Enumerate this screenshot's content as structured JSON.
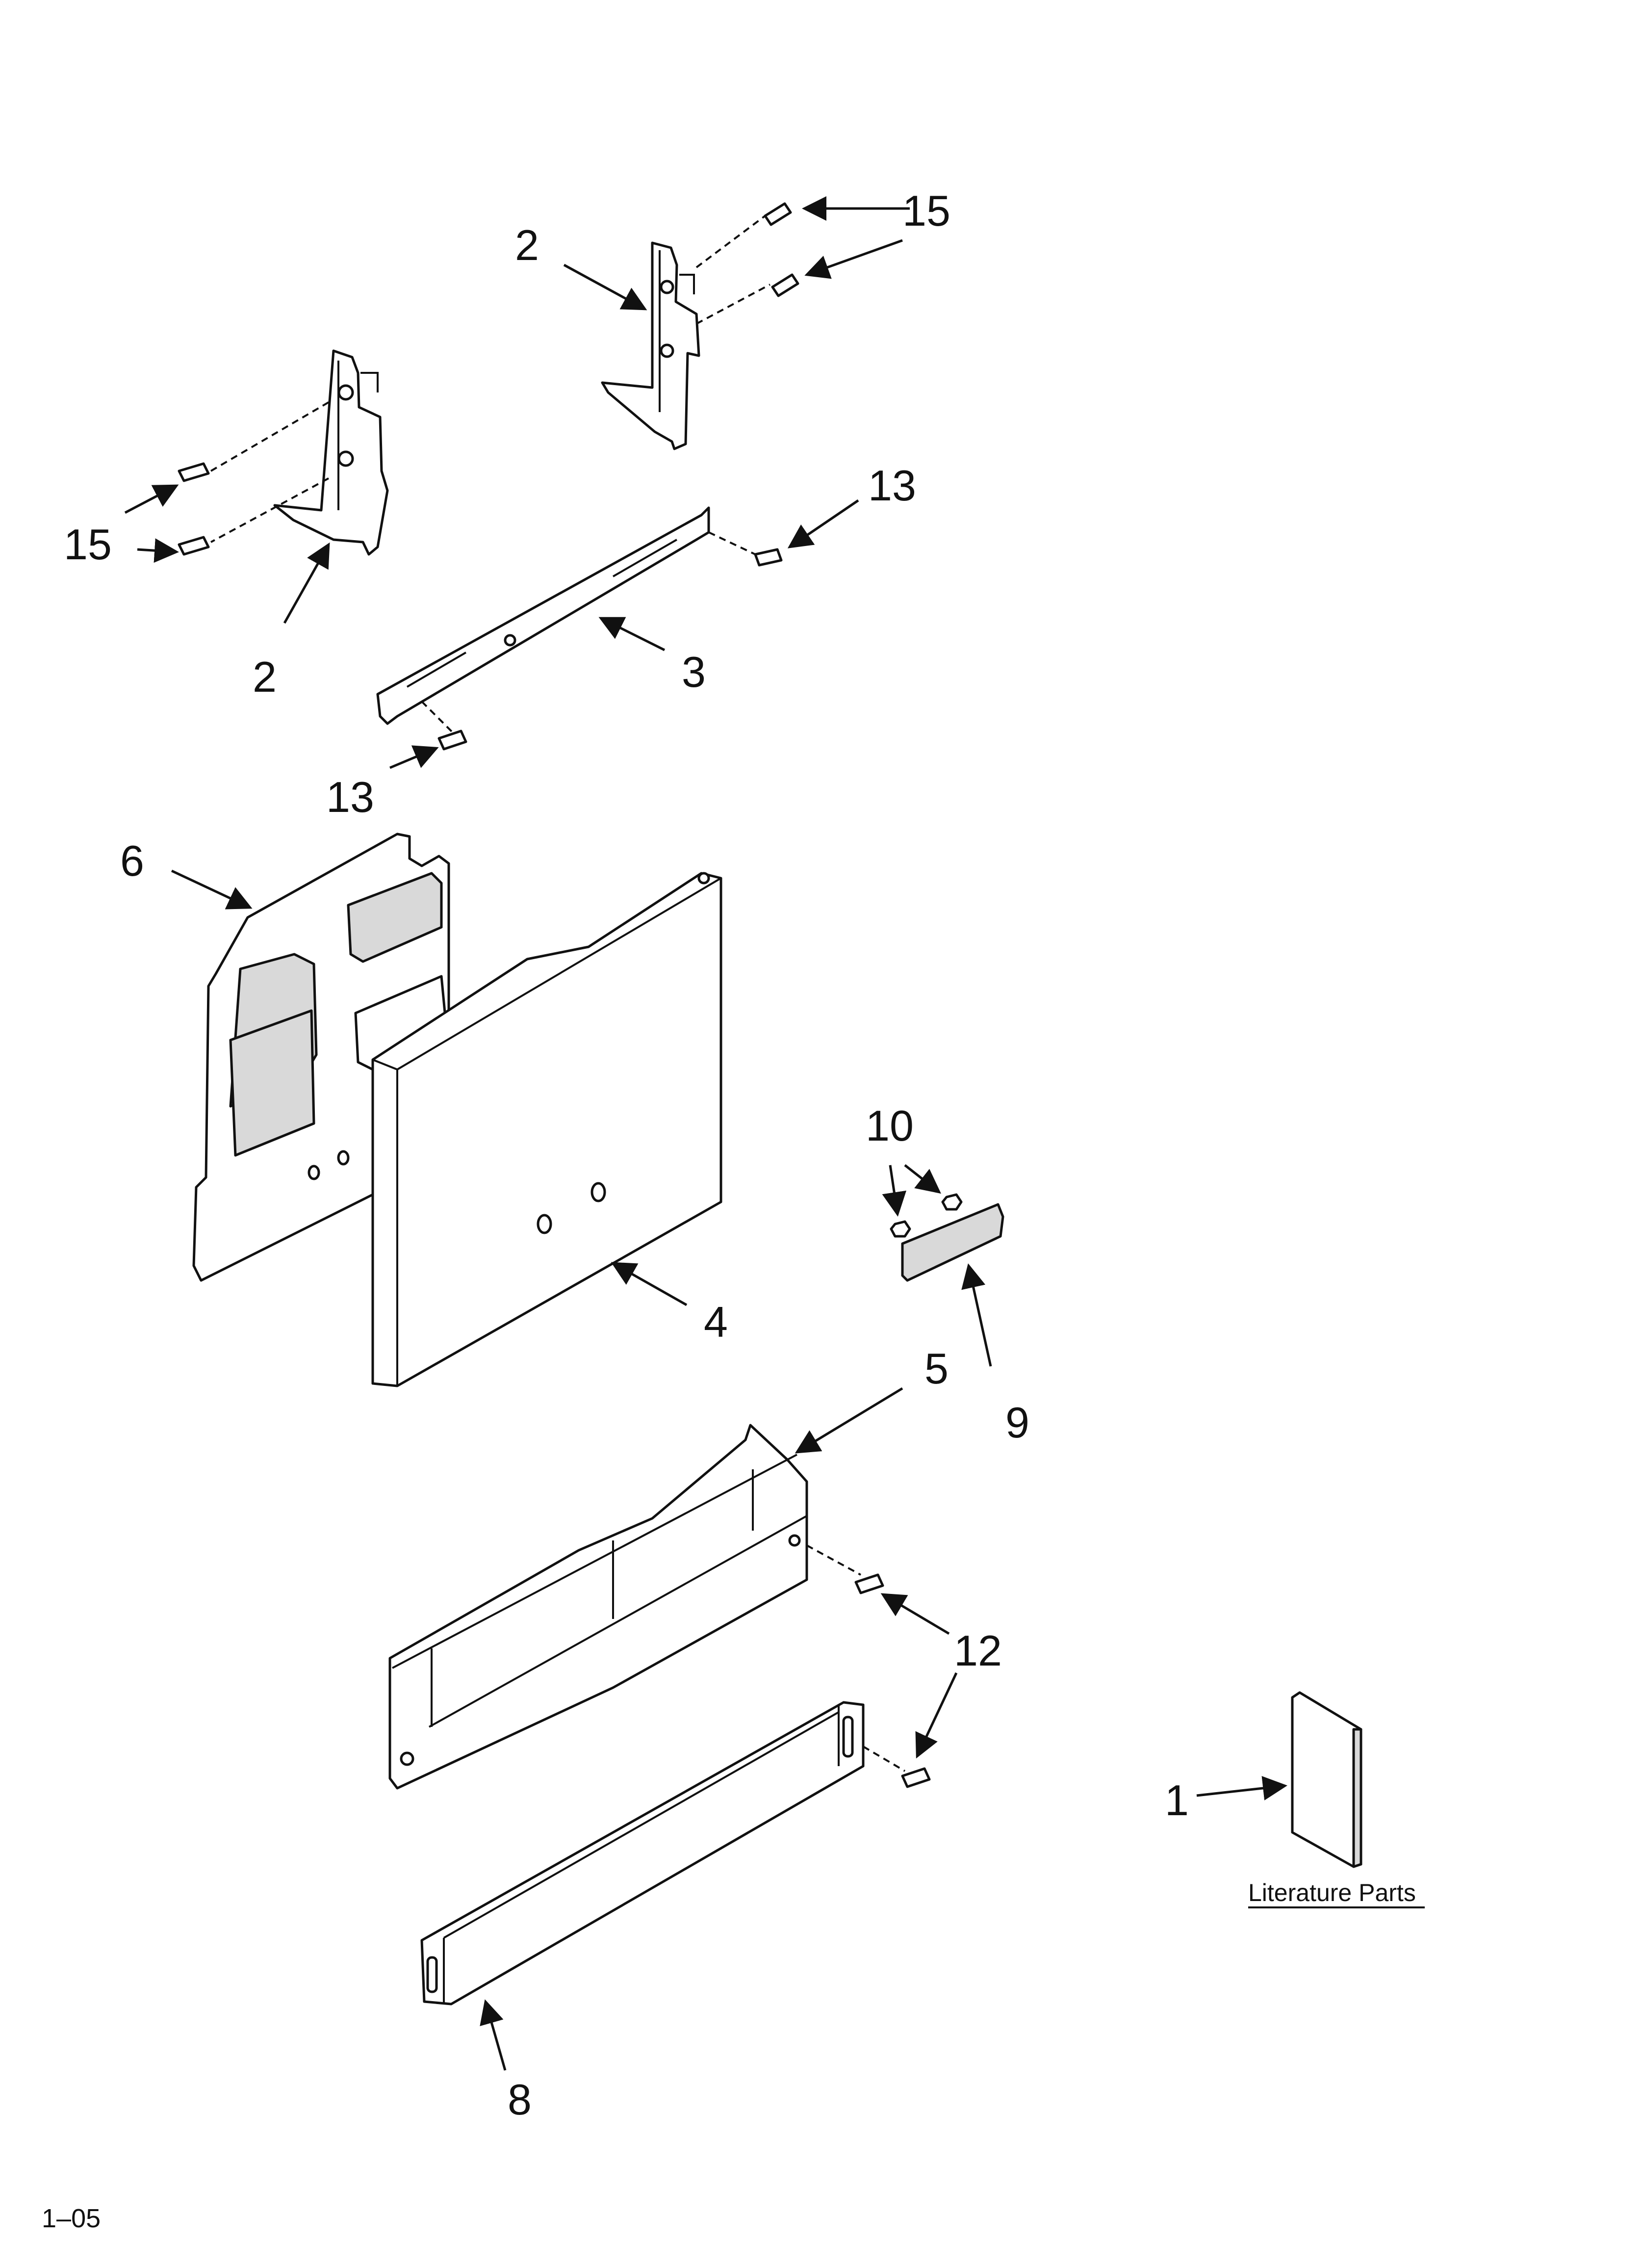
{
  "callouts": {
    "c15_top": "15",
    "c2_top": "2",
    "c15_left": "15",
    "c2_left": "2",
    "c13_right": "13",
    "c3": "3",
    "c13_left": "13",
    "c6": "6",
    "c10": "10",
    "c4": "4",
    "c9": "9",
    "c5": "5",
    "c12": "12",
    "c1": "1",
    "c8": "8"
  },
  "literature_label": "Literature Parts",
  "page_code": "1–05",
  "colors": {
    "ink": "#111111",
    "paper": "#ffffff",
    "shade": "#d9d9d9"
  }
}
